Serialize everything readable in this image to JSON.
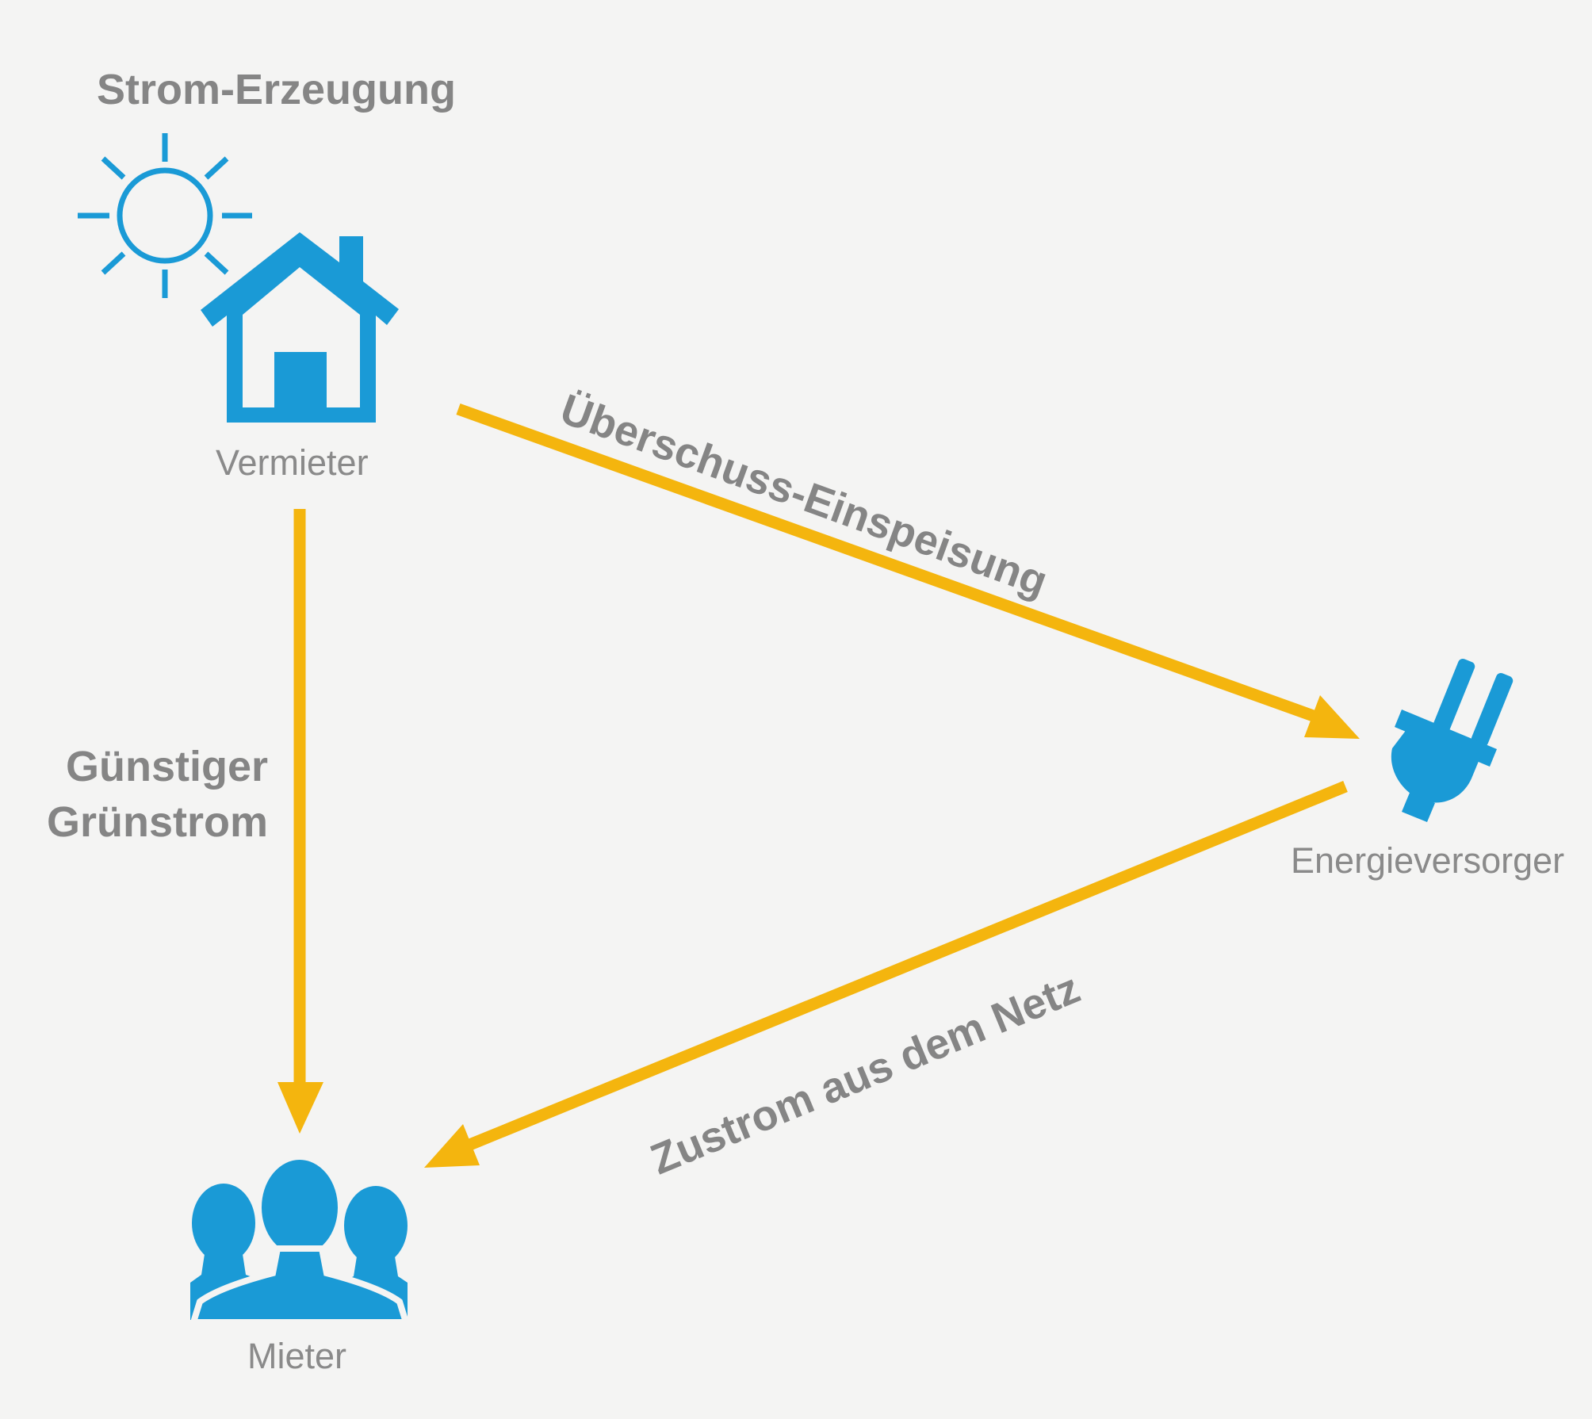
{
  "title": "Strom-Erzeugung",
  "nodes": {
    "vermieter": {
      "label": "Vermieter",
      "icon": "house-icon"
    },
    "energieversorger": {
      "label": "Energieversorger",
      "icon": "plug-icon"
    },
    "mieter": {
      "label": "Mieter",
      "icon": "people-icon"
    }
  },
  "generation_icon": "sun-icon",
  "flows": {
    "gruenstrom": {
      "line1": "Günstiger",
      "line2": "Grünstrom"
    },
    "einspeisung": {
      "label": "Überschuss-Einspeisung"
    },
    "zustrom": {
      "label": "Zustrom aus dem Netz"
    }
  },
  "colors": {
    "icon": "#1a9ad6",
    "arrow": "#f4b50e",
    "text": "#8a8a8a",
    "background": "#f4f4f3"
  }
}
